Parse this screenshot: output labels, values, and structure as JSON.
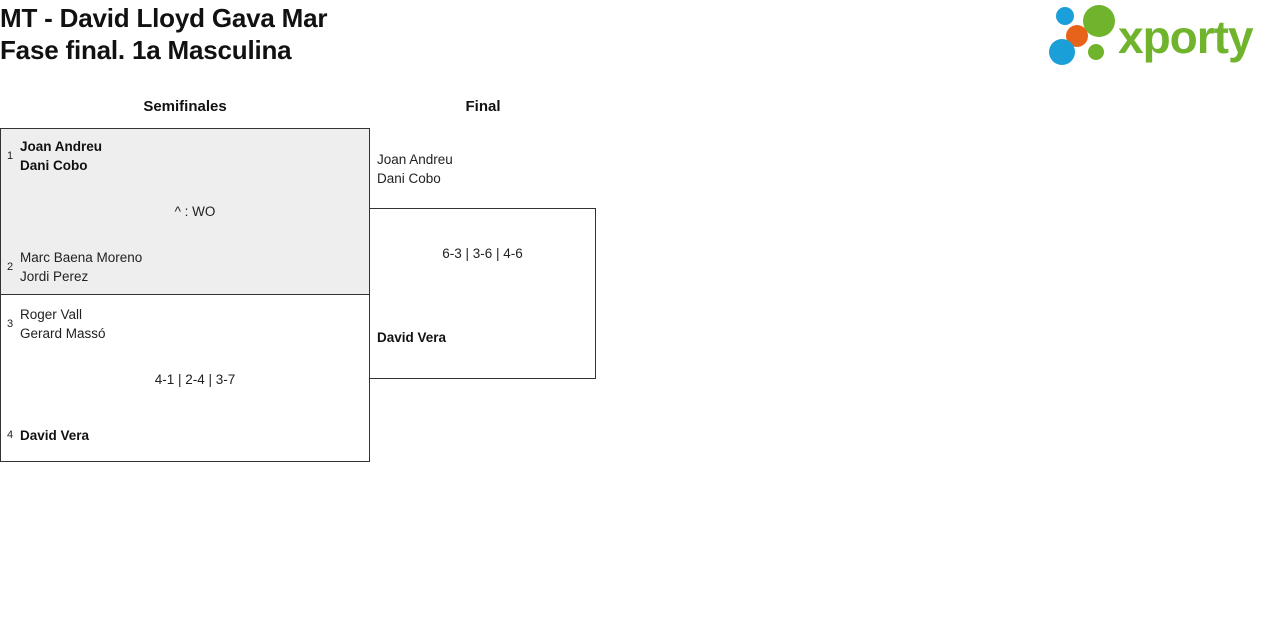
{
  "header": {
    "title": "MT - David Lloyd Gava Mar\nFase final. 1a Masculina",
    "title_line1": "MT - David Lloyd Gava Mar",
    "title_line2": "Fase final. 1a Masculina"
  },
  "logo": {
    "brand": "xporty",
    "colors": {
      "green": "#6fb42c",
      "blue": "#1a9fd9",
      "orange": "#e8631a"
    }
  },
  "colors": {
    "box_border": "#333333",
    "highlight_background": "#eeeeee",
    "text": "#222222"
  },
  "bracket": {
    "rounds": [
      {
        "name": "semifinals",
        "label": "Semifinales",
        "matches": [
          {
            "id": "sf-1",
            "highlighted": true,
            "score": "^ : WO",
            "competitors": [
              {
                "seed": "1",
                "names": "Joan Andreu\nDani Cobo",
                "winner": true
              },
              {
                "seed": "2",
                "names": "Marc Baena Moreno\nJordi Perez",
                "winner": false
              }
            ]
          },
          {
            "id": "sf-2",
            "highlighted": false,
            "score": "4-1 | 2-4 | 3-7",
            "competitors": [
              {
                "seed": "3",
                "names": "Roger Vall\nGerard Massó",
                "winner": false
              },
              {
                "seed": "4",
                "names": "David Vera",
                "winner": true
              }
            ]
          }
        ]
      },
      {
        "name": "final",
        "label": "Final",
        "matches": [
          {
            "id": "fn-1",
            "highlighted": false,
            "score": "6-3 | 3-6 | 4-6",
            "competitors": [
              {
                "seed": "",
                "names": "Joan Andreu\nDani Cobo",
                "winner": false
              },
              {
                "seed": "",
                "names": "David Vera",
                "winner": true
              }
            ]
          }
        ]
      }
    ]
  }
}
